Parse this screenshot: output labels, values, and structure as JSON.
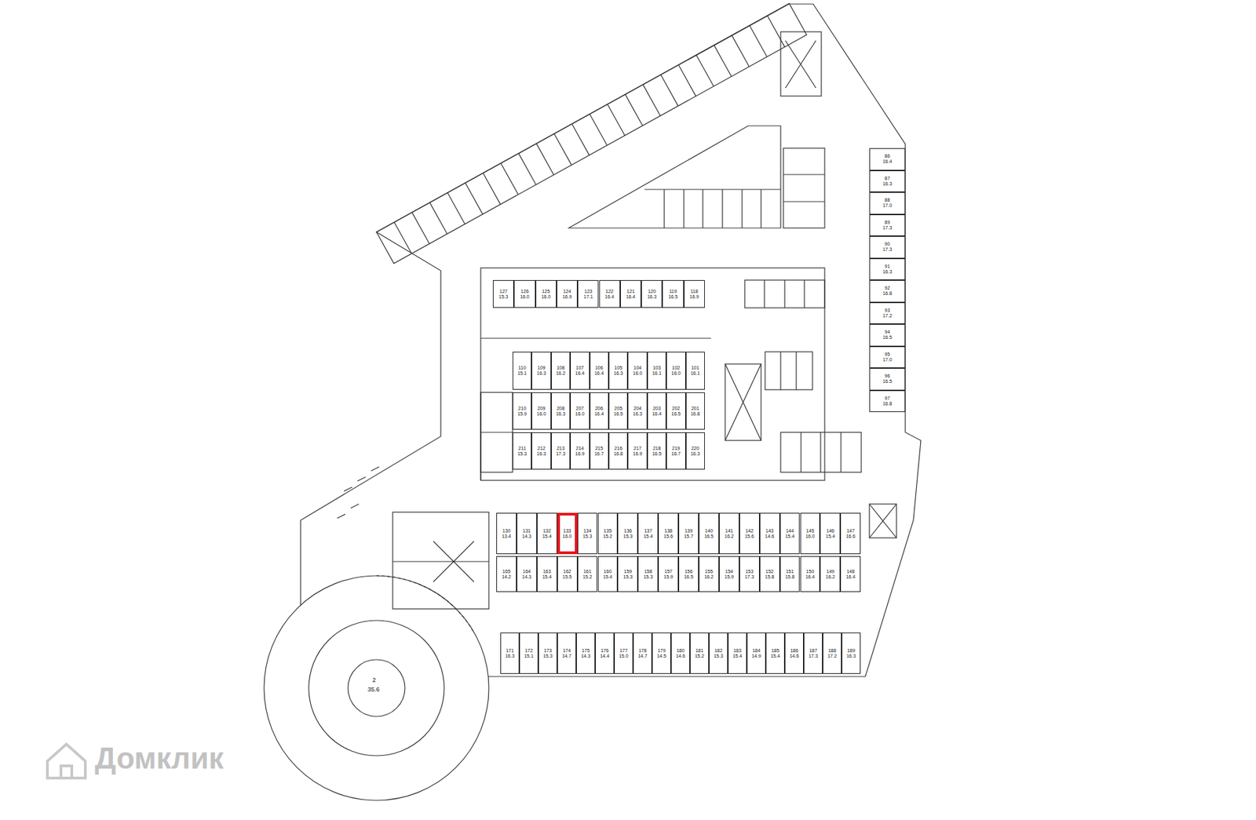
{
  "diagram": {
    "nodes": [
      {
        "text": [
          "127",
          "15.3"
        ]
      },
      {
        "text": [
          "126",
          "16.0"
        ]
      },
      {
        "text": [
          "125",
          "16.0"
        ]
      },
      {
        "text": [
          "124",
          "16.9"
        ]
      },
      {
        "text": [
          "123",
          "17.1"
        ]
      },
      {
        "text": [
          "122",
          "16.4"
        ]
      },
      {
        "text": [
          "121",
          "16.4"
        ]
      },
      {
        "text": [
          "120",
          "16.3"
        ]
      },
      {
        "text": [
          "119",
          "16.5"
        ]
      },
      {
        "text": [
          "118",
          "16.9"
        ]
      },
      {
        "text": [
          "110",
          "15.1"
        ]
      },
      {
        "text": [
          "109",
          "16.3"
        ]
      },
      {
        "text": [
          "108",
          "16.2"
        ]
      },
      {
        "text": [
          "107",
          "16.4"
        ]
      },
      {
        "text": [
          "106",
          "16.4"
        ]
      },
      {
        "text": [
          "105",
          "16.3"
        ]
      },
      {
        "text": [
          "104",
          "16.0"
        ]
      },
      {
        "text": [
          "103",
          "16.1"
        ]
      },
      {
        "text": [
          "102",
          "16.0"
        ]
      },
      {
        "text": [
          "101",
          "16.1"
        ]
      },
      {
        "text": [
          "210",
          "15.9"
        ]
      },
      {
        "text": [
          "209",
          "16.0"
        ]
      },
      {
        "text": [
          "208",
          "16.3"
        ]
      },
      {
        "text": [
          "207",
          "16.0"
        ]
      },
      {
        "text": [
          "206",
          "16.4"
        ]
      },
      {
        "text": [
          "205",
          "16.5"
        ]
      },
      {
        "text": [
          "204",
          "16.3"
        ]
      },
      {
        "text": [
          "203",
          "16.4"
        ]
      },
      {
        "text": [
          "202",
          "16.5"
        ]
      },
      {
        "text": [
          "201",
          "16.8"
        ]
      },
      {
        "text": [
          "211",
          "15.3"
        ]
      },
      {
        "text": [
          "212",
          "16.3"
        ]
      },
      {
        "text": [
          "213",
          "17.3"
        ]
      },
      {
        "text": [
          "214",
          "16.9"
        ]
      },
      {
        "text": [
          "215",
          "16.7"
        ]
      },
      {
        "text": [
          "216",
          "16.8"
        ]
      },
      {
        "text": [
          "217",
          "16.9"
        ]
      },
      {
        "text": [
          "218",
          "16.5"
        ]
      },
      {
        "text": [
          "219",
          "16.7"
        ]
      },
      {
        "text": [
          "220",
          "16.3"
        ]
      },
      {
        "text": [
          "86",
          "16.4"
        ]
      },
      {
        "text": [
          "87",
          "16.3"
        ]
      },
      {
        "text": [
          "88",
          "17.0"
        ]
      },
      {
        "text": [
          "89",
          "17.3"
        ]
      },
      {
        "text": [
          "90",
          "17.3"
        ]
      },
      {
        "text": [
          "91",
          "16.3"
        ]
      },
      {
        "text": [
          "92",
          "16.8"
        ]
      },
      {
        "text": [
          "93",
          "17.2"
        ]
      },
      {
        "text": [
          "94",
          "16.5"
        ]
      },
      {
        "text": [
          "95",
          "17.0"
        ]
      },
      {
        "text": [
          "96",
          "16.5"
        ]
      },
      {
        "text": [
          "97",
          "16.8"
        ]
      },
      {
        "text": [
          "130",
          "13.4"
        ]
      },
      {
        "text": [
          "131",
          "14.3"
        ]
      },
      {
        "text": [
          "132",
          "15.4"
        ]
      },
      {
        "text": [
          "133",
          "16.0"
        ]
      },
      {
        "text": [
          "134",
          "15.3"
        ]
      },
      {
        "text": [
          "135",
          "15.2"
        ]
      },
      {
        "text": [
          "136",
          "15.3"
        ]
      },
      {
        "text": [
          "137",
          "15.4"
        ]
      },
      {
        "text": [
          "138",
          "15.6"
        ]
      },
      {
        "text": [
          "139",
          "15.7"
        ]
      },
      {
        "text": [
          "140",
          "16.5"
        ]
      },
      {
        "text": [
          "141",
          "16.2"
        ]
      },
      {
        "text": [
          "142",
          "15.6"
        ]
      },
      {
        "text": [
          "143",
          "14.6"
        ]
      },
      {
        "text": [
          "144",
          "15.4"
        ]
      },
      {
        "text": [
          "145",
          "16.0"
        ]
      },
      {
        "text": [
          "146",
          "15.4"
        ]
      },
      {
        "text": [
          "147",
          "16.6"
        ]
      },
      {
        "text": [
          "165",
          "14.2"
        ]
      },
      {
        "text": [
          "164",
          "14.3"
        ]
      },
      {
        "text": [
          "163",
          "15.4"
        ]
      },
      {
        "text": [
          "162",
          "15.5"
        ]
      },
      {
        "text": [
          "161",
          "15.2"
        ]
      },
      {
        "text": [
          "160",
          "15.4"
        ]
      },
      {
        "text": [
          "159",
          "15.3"
        ]
      },
      {
        "text": [
          "158",
          "15.3"
        ]
      },
      {
        "text": [
          "157",
          "15.9"
        ]
      },
      {
        "text": [
          "156",
          "16.5"
        ]
      },
      {
        "text": [
          "155",
          "16.2"
        ]
      },
      {
        "text": [
          "154",
          "15.9"
        ]
      },
      {
        "text": [
          "153",
          "17.3"
        ]
      },
      {
        "text": [
          "152",
          "15.8"
        ]
      },
      {
        "text": [
          "151",
          "15.8"
        ]
      },
      {
        "text": [
          "150",
          "16.4"
        ]
      },
      {
        "text": [
          "149",
          "16.2"
        ]
      },
      {
        "text": [
          "148",
          "16.4"
        ]
      },
      {
        "text": [
          "171",
          "16.3"
        ]
      },
      {
        "text": [
          "172",
          "15.1"
        ]
      },
      {
        "text": [
          "173",
          "15.3"
        ]
      },
      {
        "text": [
          "174",
          "14.7"
        ]
      },
      {
        "text": [
          "175",
          "14.3"
        ]
      },
      {
        "text": [
          "176",
          "14.4"
        ]
      },
      {
        "text": [
          "177",
          "15.0"
        ]
      },
      {
        "text": [
          "178",
          "14.7"
        ]
      },
      {
        "text": [
          "179",
          "14.5"
        ]
      },
      {
        "text": [
          "180",
          "14.6"
        ]
      },
      {
        "text": [
          "181",
          "15.2"
        ]
      },
      {
        "text": [
          "182",
          "15.3"
        ]
      },
      {
        "text": [
          "183",
          "15.4"
        ]
      },
      {
        "text": [
          "184",
          "14.9"
        ]
      },
      {
        "text": [
          "185",
          "15.4"
        ]
      },
      {
        "text": [
          "186",
          "14.6"
        ]
      },
      {
        "text": [
          "187",
          "17.3"
        ]
      },
      {
        "text": [
          "188",
          "17.2"
        ]
      },
      {
        "text": [
          "189",
          "16.3"
        ]
      }
    ],
    "labels": [
      "Домклик",
      "2",
      "35.6"
    ]
  }
}
